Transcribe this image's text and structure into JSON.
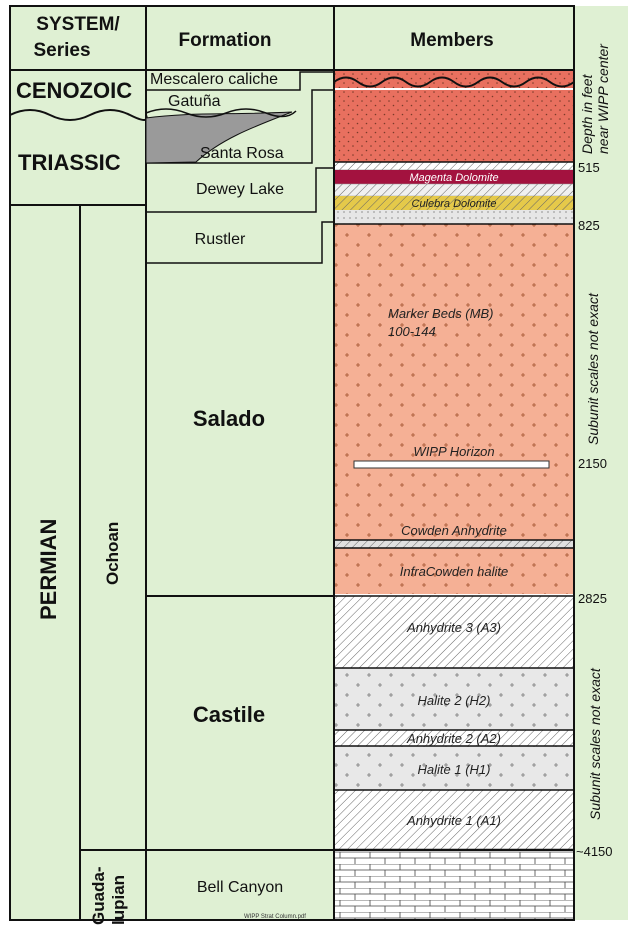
{
  "headers": {
    "system": "SYSTEM/\nSeries",
    "formation": "Formation",
    "members": "Members"
  },
  "systems": {
    "cenozoic": "CENOZOIC",
    "triassic": "TRIASSIC",
    "permian": "PERMIAN",
    "ochoan": "Ochoan",
    "guadalupian": "Guada-\nlupian"
  },
  "formations": {
    "mescalero": "Mescalero caliche",
    "gatuna": "Gatuña",
    "santa_rosa": "Santa Rosa",
    "dewey_lake": "Dewey Lake",
    "rustler": "Rustler",
    "salado": "Salado",
    "castile": "Castile",
    "bell_canyon": "Bell Canyon"
  },
  "members": {
    "magenta": "Magenta Dolomite",
    "culebra": "Culebra Dolomite",
    "marker_beds": "Marker Beds (MB)\n100-144",
    "wipp_horizon": "WIPP Horizon",
    "cowden": "Cowden Anhydrite",
    "infracowden": "InfraCowden halite",
    "a3": "Anhydrite 3 (A3)",
    "h2": "Halite 2 (H2)",
    "a2": "Anhydrite 2 (A2)",
    "h1": "Halite 1 (H1)",
    "a1": "Anhydrite 1 (A1)"
  },
  "depths": {
    "caption": "Depth in feet\nnear WIPP center",
    "d515": "515",
    "d825": "825",
    "d2150": "2150",
    "d2825": "2825",
    "d4150": "~4150",
    "note_upper": "Subunit scales not exact",
    "note_lower": "Subunit scales not exact"
  },
  "footer": "WIPP Strat Column.pdf",
  "colors": {
    "column_bg": "#dff0d3",
    "salt_orange": "#f5b095",
    "red_sand": "#e8705f",
    "magenta": "#a3123f",
    "culebra": "#e5c94a",
    "anhydrite_gray": "#ececec",
    "gatuna_gray": "#9a9a9a"
  }
}
